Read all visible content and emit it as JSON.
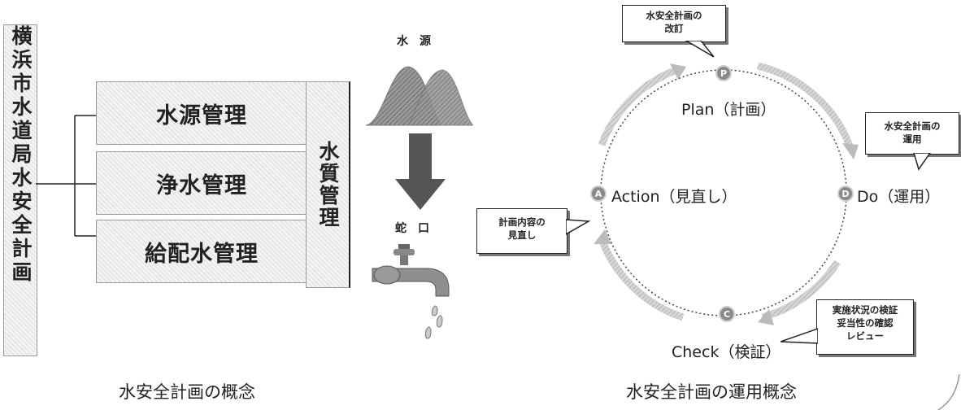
{
  "left": {
    "plan_vertical": "横浜市水道局水安全計画",
    "management_items": [
      "水源管理",
      "浄水管理",
      "給配水管理"
    ],
    "quality_label": "水質管理",
    "source_label": "水　源",
    "tap_label": "蛇　口",
    "caption": "水安全計画の概念"
  },
  "right": {
    "phases": {
      "plan": {
        "badge": "P",
        "label": "Plan（計画）"
      },
      "do": {
        "badge": "D",
        "label": "Do（運用）"
      },
      "check": {
        "badge": "C",
        "label": "Check（検証）"
      },
      "action": {
        "badge": "A",
        "label": "Action（見直し）"
      }
    },
    "callouts": {
      "plan": [
        "水安全計画の",
        "改訂"
      ],
      "do": [
        "水安全計画の",
        "運用"
      ],
      "check": [
        "実施状況の検証",
        "妥当性の確認",
        "レビュー"
      ],
      "action": [
        "計画内容の",
        "見直し"
      ]
    },
    "caption": "水安全計画の運用概念"
  },
  "colors": {
    "hatch": "#e6e6e6",
    "arrow": "#c8c8c8",
    "badge": "#8a8a8a",
    "dark_arrow": "#555555"
  }
}
